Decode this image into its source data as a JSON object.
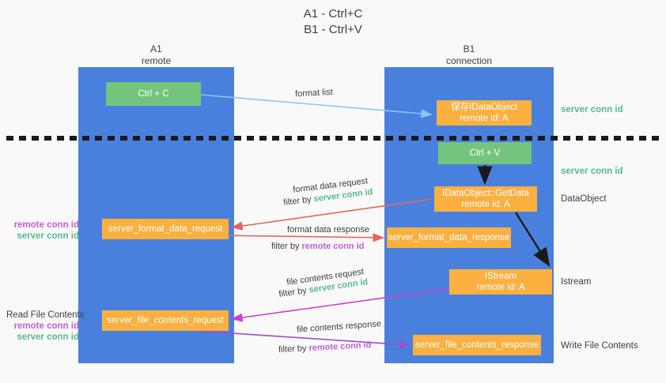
{
  "title": {
    "line1": "A1 - Ctrl+C",
    "line2": "B1 - Ctrl+V"
  },
  "columns": {
    "a1": {
      "name": "A1",
      "role": "remote"
    },
    "b1": {
      "name": "B1",
      "role": "connection"
    }
  },
  "boxes": {
    "ctrl_c": "Ctrl + C",
    "save_idataobject_l1": "保存IDataObject",
    "save_idataobject_l2": "remote id: A",
    "ctrl_v": "Ctrl + V",
    "getdata_l1": "IDataObject::GetData",
    "getdata_l2": "remote id: A",
    "format_data_request": "server_format_data_request",
    "format_data_response": "server_format_data_response",
    "istream_l1": "IStream",
    "istream_l2": "remote id: A",
    "file_contents_request": "server_file_contents_request",
    "file_contents_response": "server_file_contents_response"
  },
  "arrow_labels": {
    "format_list": "format list",
    "format_data_request": "format data request",
    "format_data_request_filter_prefix": "filter by ",
    "format_data_request_filter_value": "server conn id",
    "format_data_response": "format data response",
    "format_data_response_filter_prefix": "filter by ",
    "format_data_response_filter_value": "remote conn id",
    "file_contents_request": "file contents request",
    "file_contents_request_filter_prefix": "filter by ",
    "file_contents_request_filter_value": "server conn id",
    "file_contents_response": "file contents response",
    "file_contents_response_filter_prefix": "filter by ",
    "file_contents_response_filter_value": "remote conn id"
  },
  "side_labels": {
    "server_conn_id_top": "server conn id",
    "server_conn_id_mid": "server conn id",
    "dataobject": "DataObject",
    "istream": "Istream",
    "write_file_contents": "Write File Contents",
    "read_file_contents": "Read File Contents",
    "remote_conn_id_a": "remote conn id",
    "server_conn_id_a": "server conn id",
    "remote_conn_id_b": "remote conn id",
    "server_conn_id_b": "server conn id"
  },
  "colors": {
    "panel_blue": "#4a80dd",
    "box_green": "#74c47d",
    "box_orange": "#fbb040",
    "arrow_lightblue": "#8fc4ee",
    "arrow_red": "#e8645a",
    "arrow_magenta": "#cf3ecf",
    "arrow_purple": "#9b4fcf",
    "arrow_black": "#1a1a1a",
    "text_green": "#57bb8a",
    "text_purple": "#c45fd8",
    "background": "#f9f9f9"
  }
}
